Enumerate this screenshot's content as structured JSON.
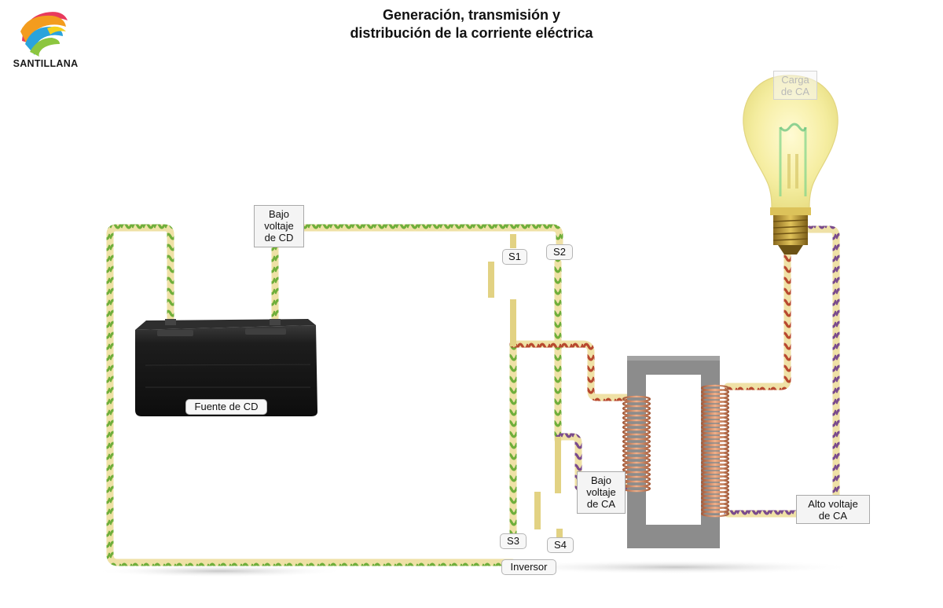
{
  "title": {
    "line1": "Generación, transmisión y",
    "line2": "distribución de la corriente eléctrica"
  },
  "logo": {
    "text": "SANTILLANA",
    "icon": "santillana-logo"
  },
  "labels": {
    "dc_low_voltage": [
      "Bajo",
      "voltaje",
      "de CD"
    ],
    "dc_source": "Fuente de CD",
    "switch_s1": "S1",
    "switch_s2": "S2",
    "switch_s3": "S3",
    "switch_s4": "S4",
    "inverter": "Inversor",
    "ac_low_voltage": [
      "Bajo",
      "voltaje",
      "de CA"
    ],
    "ac_high_voltage": [
      "Alto voltaje",
      "de CA"
    ],
    "ac_load": [
      "Carga",
      "de CA"
    ]
  },
  "colors": {
    "dc_wire": "#6fae3a",
    "wire_base": "#efe1a6",
    "ac_wire_red": "#b8492f",
    "ac_wire_purple": "#7a4b8c",
    "switch_bar": "#e2d283",
    "core": "#8c8c8c",
    "coil": "#c77a55",
    "battery": "#1c1c1c",
    "bulb_glass": "#f7f0a8"
  }
}
